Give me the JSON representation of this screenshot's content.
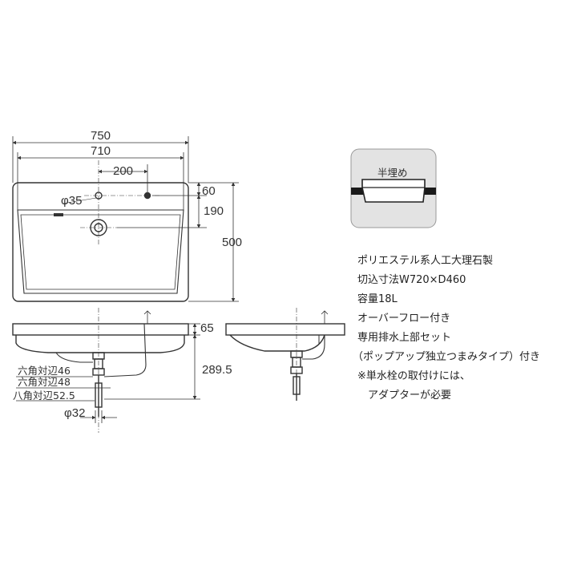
{
  "dimensions": {
    "overall_width": "750",
    "inner_width": "710",
    "hole_spacing": "200",
    "top_margin": "60",
    "inner_offset": "190",
    "overall_depth": "500",
    "faucet_hole": "φ35",
    "rim_height": "65",
    "drain_height": "289.5",
    "hex_46": "六角対辺46",
    "hex_48": "六角対辺48",
    "oct_52_5": "八角対辺52.5",
    "pipe_32": "φ32"
  },
  "inset": {
    "label": "半埋め"
  },
  "specs": [
    "ポリエステル系人工大理石製",
    "切込寸法W720×D460",
    "容量18L",
    "オーバーフロー付き",
    "専用排水上部セット",
    "（ポップアップ独立つまみタイプ）付き",
    "※単水栓の取付けには、",
    "　アダプターが必要"
  ],
  "colors": {
    "line": "#333333",
    "inset_bg": "#e3e3e3",
    "counter": "#1a1a1a"
  }
}
